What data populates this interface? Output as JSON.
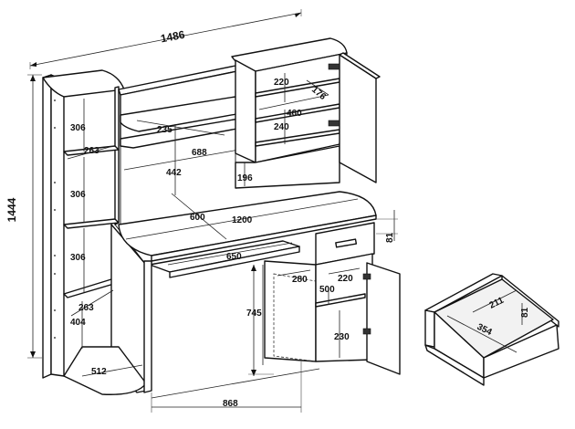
{
  "dimensions": {
    "overall_width": "1486",
    "overall_height": "1444",
    "shelf_left_1": "306",
    "shelf_left_2": "306",
    "shelf_left_3": "306",
    "side_depth": "263",
    "side_depth_bottom": "263",
    "bottom_gap": "404",
    "base_depth": "512",
    "mid_shelf_depth": "235",
    "upper_span": "688",
    "upper_height": "442",
    "cab_top_w": "220",
    "cab_depth": "176",
    "cab_inner_w": "460",
    "cab_inner_h": "240",
    "cab_bottom_h": "196",
    "desk_depth": "600",
    "desk_width": "1200",
    "drawer_h": "81",
    "keyboard_w": "650",
    "ped_depth": "280",
    "ped_w": "220",
    "ped_inner": "500",
    "ped_lower_h": "230",
    "desk_height": "745",
    "base_length": "868",
    "drawer_detail_w": "211",
    "drawer_detail_l": "354",
    "drawer_detail_h": "81"
  }
}
